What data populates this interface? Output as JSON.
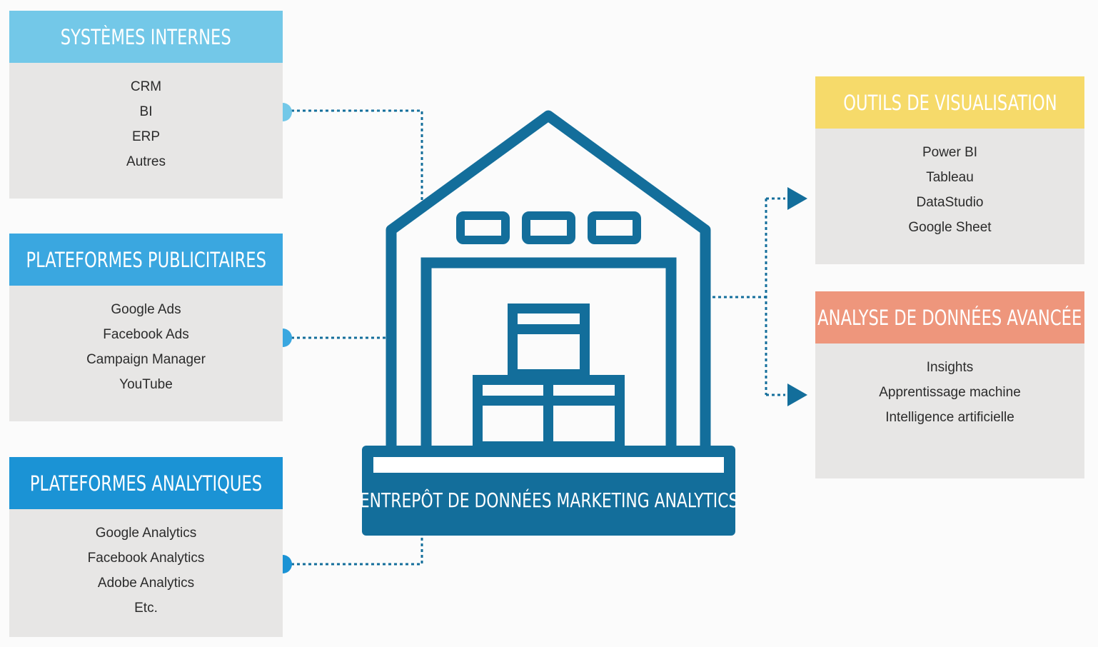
{
  "colors": {
    "internal": "#73c8e8",
    "ads": "#3aa7e0",
    "analytics": "#1b93d5",
    "viz": "#f6da6a",
    "advanced": "#ee967c",
    "warehouse": "#136e9b",
    "card_bg": "#e7e6e5"
  },
  "sources": [
    {
      "title": "SYSTÈMES INTERNES",
      "items": [
        "CRM",
        "BI",
        "ERP",
        "Autres"
      ]
    },
    {
      "title": "PLATEFORMES PUBLICITAIRES",
      "items": [
        "Google Ads",
        "Facebook Ads",
        "Campaign Manager",
        "YouTube"
      ]
    },
    {
      "title": "PLATEFORMES ANALYTIQUES",
      "items": [
        "Google Analytics",
        "Facebook Analytics",
        "Adobe Analytics",
        "Etc."
      ]
    }
  ],
  "outputs": [
    {
      "title": "OUTILS DE VISUALISATION",
      "items": [
        "Power BI",
        "Tableau",
        "DataStudio",
        "Google Sheet"
      ]
    },
    {
      "title": "ANALYSE DE DONNÉES AVANCÉE",
      "items": [
        "Insights",
        "Apprentissage machine",
        "Intelligence artificielle"
      ]
    }
  ],
  "warehouse": {
    "label": "ENTREPÔT DE DONNÉES MARKETING ANALYTICS",
    "icon": "warehouse-icon"
  }
}
